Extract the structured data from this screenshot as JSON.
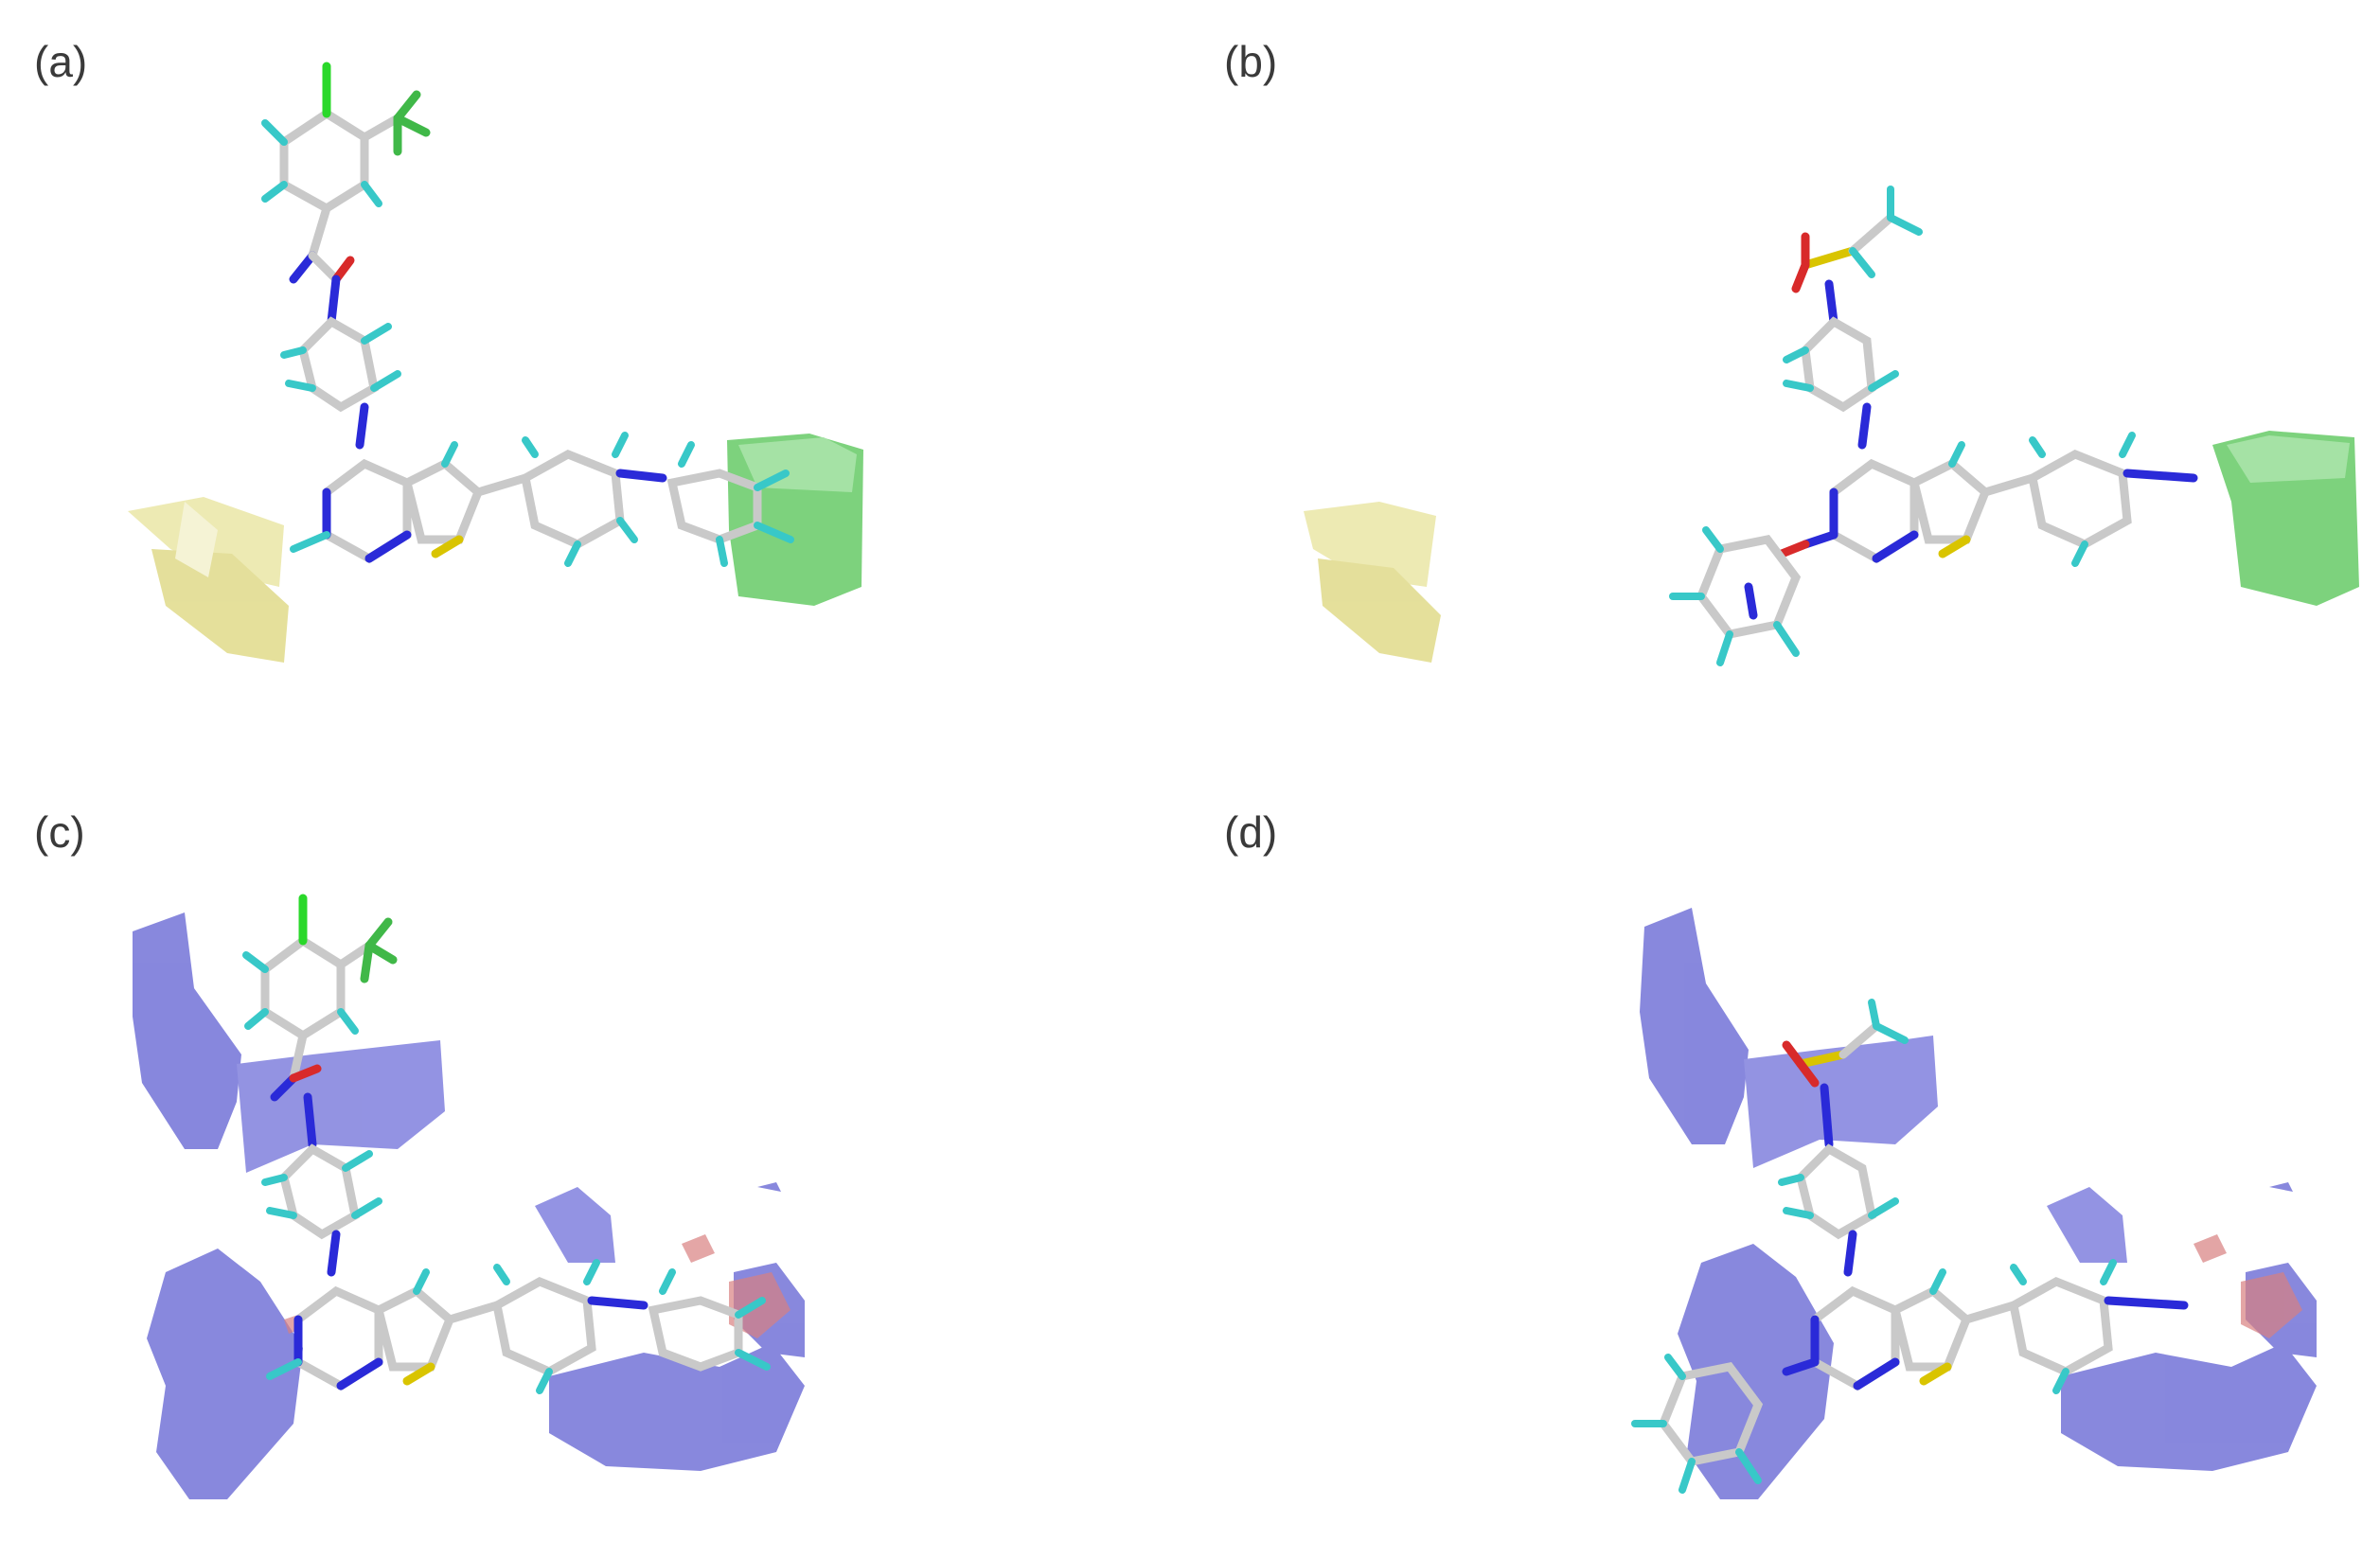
{
  "figure": {
    "panels": [
      {
        "id": "a",
        "label": "(a)"
      },
      {
        "id": "b",
        "label": "(b)"
      },
      {
        "id": "c",
        "label": "(c)"
      },
      {
        "id": "d",
        "label": "(d)"
      }
    ]
  },
  "colors": {
    "carbon": "#c9c9c9",
    "nitrogen": "#2a2ad8",
    "hydrogen": "#38c8c8",
    "sulfur": "#d9c400",
    "oxygen": "#d82a2a",
    "halogen": "#2ad82a",
    "steric_favorable_contour": "#52c052",
    "steric_unfavorable_contour": "#e3e08a",
    "electropositive_favorable_contour": "#5a5ad0",
    "electronegative_favorable_contour": "#d88080"
  }
}
